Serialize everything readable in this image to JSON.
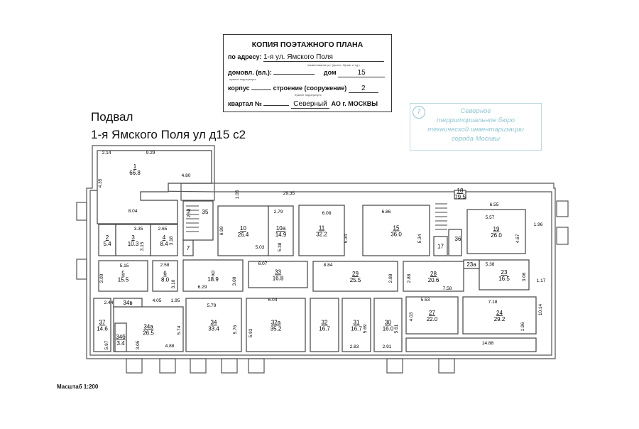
{
  "header": {
    "title": "КОПИЯ ПОЭТАЖНОГО ПЛАНА",
    "address_label": "по адресу:",
    "address_value": "1-я ул. Ямского Поля",
    "address_hint": "наименование ул. (просп., бульв. и т.д.)",
    "domovl_label": "домовл. (вл.):",
    "domovl_value": "",
    "dom_label": "дом",
    "dom_value": "15",
    "hint_underline": "нужное подчеркнуть",
    "korpus_label": "корпус",
    "korpus_value": "",
    "stroenie_label": "строение (сооружение)",
    "stroenie_value": "2",
    "kvartal_label": "квартал №",
    "kvartal_value": "",
    "ao_value": "Северный",
    "ao_suffix": "АО г. МОСКВЫ"
  },
  "stamp": {
    "number": "7",
    "lines": [
      "Северное",
      "территориальное бюро",
      "технической инвентаризации",
      "города Москвы"
    ]
  },
  "plan": {
    "floor": "Подвал",
    "address": "1-я Ямского Поля ул д15 с2",
    "scale": "Масштаб 1:200"
  },
  "rooms": [
    {
      "n": "1",
      "a": "66.8"
    },
    {
      "n": "2",
      "a": "5.4"
    },
    {
      "n": "3",
      "a": "10.3"
    },
    {
      "n": "4",
      "a": "8.4"
    },
    {
      "n": "5",
      "a": "15.5"
    },
    {
      "n": "6",
      "a": "8.0"
    },
    {
      "n": "7",
      "a": ""
    },
    {
      "n": "9",
      "a": "18.9"
    },
    {
      "n": "10",
      "a": "26.4"
    },
    {
      "n": "10а",
      "a": "14.9"
    },
    {
      "n": "11",
      "a": "32.2"
    },
    {
      "n": "15",
      "a": "36.0"
    },
    {
      "n": "17",
      "a": ""
    },
    {
      "n": "18",
      "a": "79.5"
    },
    {
      "n": "19",
      "a": "26.0"
    },
    {
      "n": "23",
      "a": "16.5"
    },
    {
      "n": "23а",
      "a": ""
    },
    {
      "n": "24",
      "a": "29.2"
    },
    {
      "n": "27",
      "a": "22.0"
    },
    {
      "n": "28",
      "a": "20.6"
    },
    {
      "n": "29",
      "a": "25.5"
    },
    {
      "n": "30",
      "a": "16.0"
    },
    {
      "n": "31",
      "a": "16.7"
    },
    {
      "n": "32",
      "a": "16.7"
    },
    {
      "n": "32а",
      "a": "35.2"
    },
    {
      "n": "33",
      "a": "16.8"
    },
    {
      "n": "34",
      "a": "33.4"
    },
    {
      "n": "34а",
      "a": "26.5"
    },
    {
      "n": "34б",
      "a": "3.4"
    },
    {
      "n": "34в",
      "a": ""
    },
    {
      "n": "35",
      "a": ""
    },
    {
      "n": "36",
      "a": ""
    },
    {
      "n": "37",
      "a": "14.6"
    }
  ],
  "dimensions": [
    "2.14",
    "9.29",
    "4.35",
    "4.80",
    "8.04",
    "2.58",
    "1.05",
    "29.35",
    "3.35",
    "2.65",
    "3.15",
    "3.18",
    "6.99",
    "5.03",
    "2.79",
    "5.38",
    "6.08",
    "5.34",
    "6.86",
    "5.34",
    "6.55",
    "5.57",
    "4.67",
    "1.96",
    "5.15",
    "3.00",
    "2.58",
    "3.10",
    "6.29",
    "3.00",
    "6.07",
    "8.84",
    "2.88",
    "2.88",
    "7.58",
    "5.38",
    "3.06",
    "1.17",
    "2.44",
    "4.05",
    "1.95",
    "5.97",
    "3.05",
    "5.74",
    "4.88",
    "5.79",
    "5.76",
    "6.04",
    "5.93",
    "2.83",
    "5.69",
    "2.91",
    "5.61",
    "5.53",
    "4.03",
    "7.18",
    "10.14",
    "1.96",
    "14.88"
  ]
}
